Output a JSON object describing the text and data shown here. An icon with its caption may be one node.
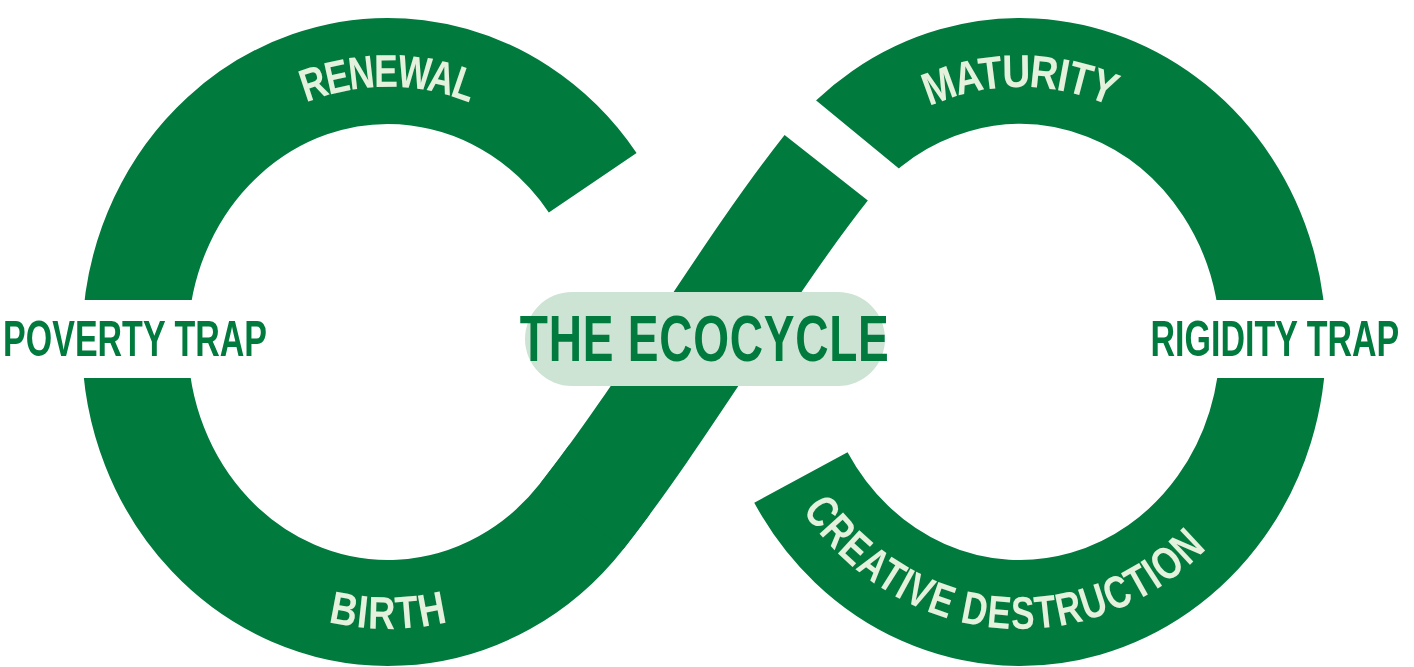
{
  "diagram": {
    "nodes": [
      {
        "text": [
          "THE ECOCYCLE"
        ]
      }
    ],
    "labels": [
      "RENEWAL",
      "MATURITY",
      "POVERTY TRAP",
      "RIGIDITY TRAP",
      "BIRTH",
      "CREATIVE DESTRUCTION"
    ]
  }
}
